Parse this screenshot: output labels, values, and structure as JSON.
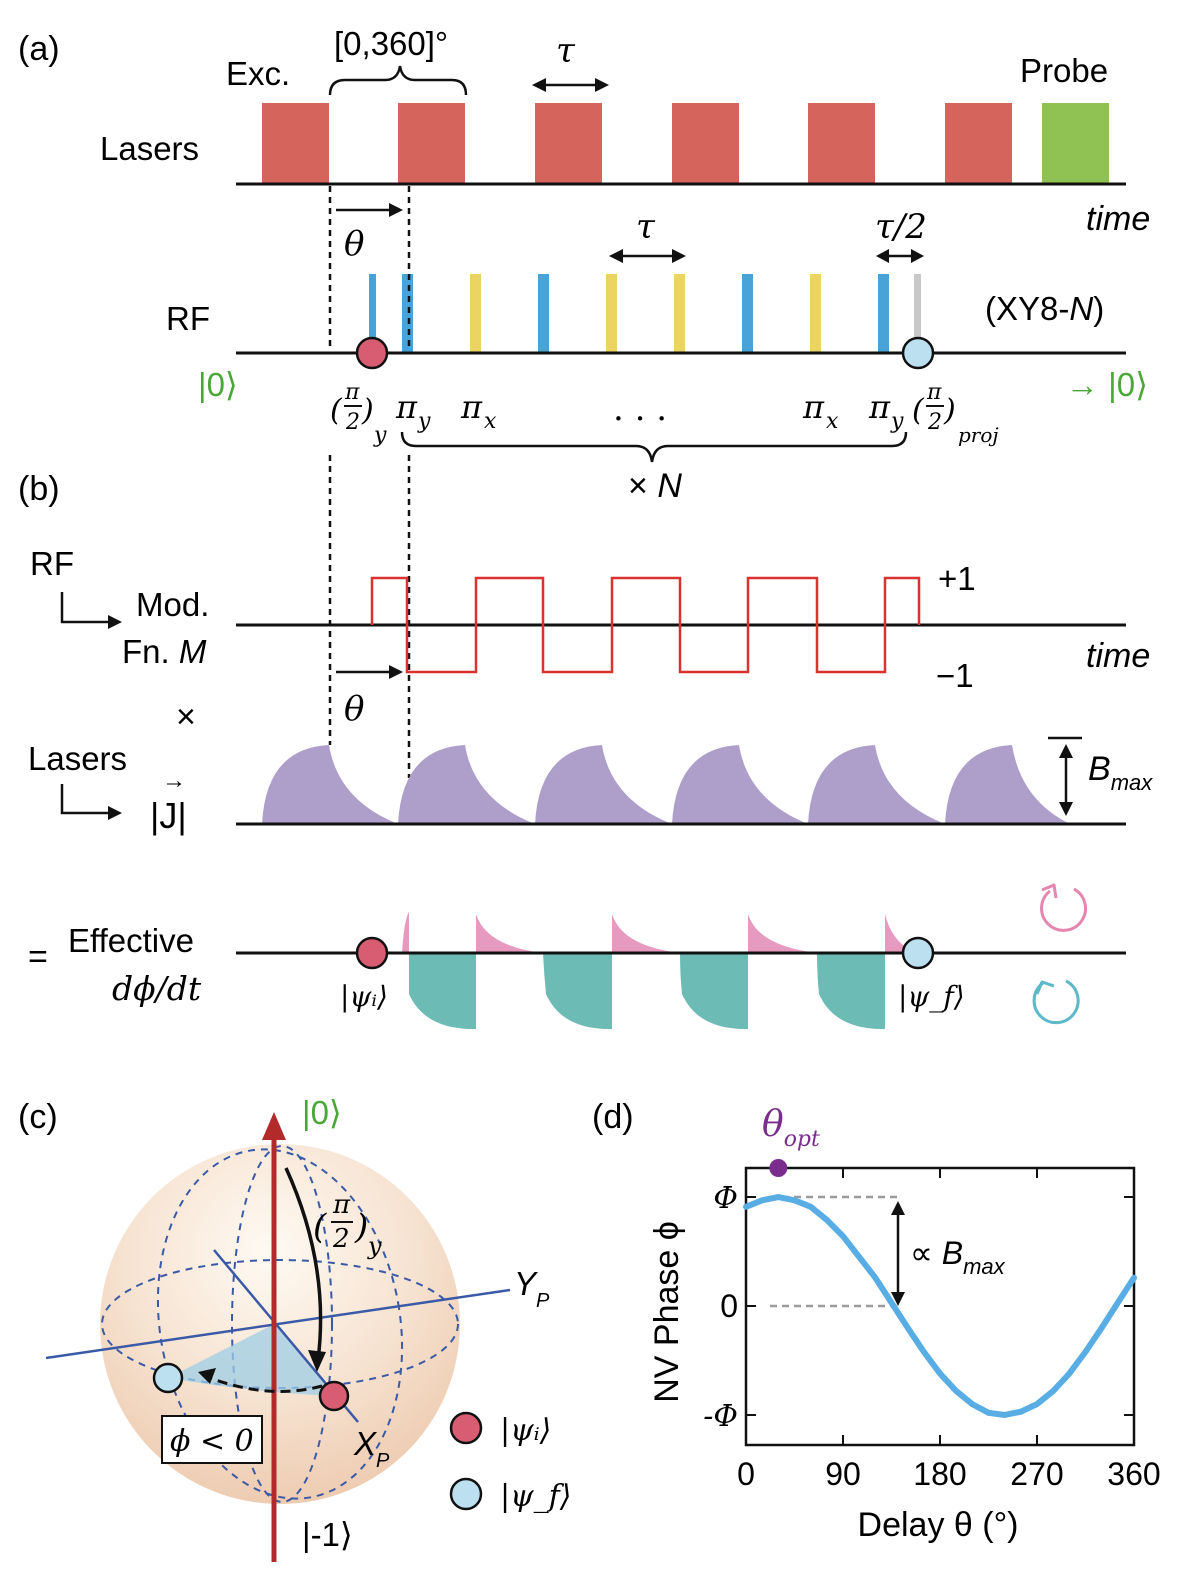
{
  "panel_a": {
    "label": "(a)",
    "exc": "Exc.",
    "range": "[0,360]°",
    "tau": "τ",
    "probe": "Probe",
    "lasers": "Lasers",
    "time": "time",
    "theta": "θ",
    "tau_top": "τ",
    "tau_half": "τ/2",
    "rf": "RF",
    "seq": "(XY8-",
    "seq_n": "N",
    "seq_close": ")",
    "ket0_left": "|0⟩",
    "ket0_right": "→ |0⟩",
    "pulse_labels": {
      "pi": "π",
      "half_num": "π",
      "half_den": "2",
      "y": "y",
      "x": "x",
      "proj": "proj",
      "dots": ". . ."
    },
    "times_n": "× N",
    "colors": {
      "laser": "#d4645c",
      "probe": "#8fc153",
      "rf_blue": "#4aa3d6",
      "rf_yellow": "#ecd463",
      "rf_gray": "#c8c8c8",
      "green_text": "#4ca73a"
    }
  },
  "panel_b": {
    "label": "(b)",
    "rf": "RF",
    "mod": "Mod.",
    "fn": "Fn.",
    "fn_m": "M",
    "plus1": "+1",
    "minus1": "−1",
    "time": "time",
    "theta": "θ",
    "times": "×",
    "lasers": "Lasers",
    "j": "|J|",
    "j_arrow": "→",
    "bmax": "B",
    "bmax_sub": "max",
    "equals": "=",
    "effective": "Effective",
    "dphidt": "dϕ/dt",
    "psi_i": "|ψᵢ⟩",
    "psi_f": "|ψ_f⟩",
    "colors": {
      "mod_line": "#d8332f",
      "laser_fill": "#ae9fca",
      "pos_fill": "#e79ac0",
      "neg_fill": "#6cbcb5",
      "pink_icon": "#e586b0",
      "teal_icon": "#5db8c8"
    }
  },
  "panel_c": {
    "label": "(c)",
    "ket0": "|0⟩",
    "ketm1": "|-1⟩",
    "yp": "Y",
    "yp_sub": "P",
    "xp": "X",
    "xp_sub": "P",
    "rot_num": "π",
    "rot_den": "2",
    "rot_sub": "y",
    "phi_lt0": "ϕ < 0",
    "legend_i": "|ψᵢ⟩",
    "legend_f": "|ψ_f⟩",
    "colors": {
      "sphere": "#f3d8c3",
      "axis_red": "#b22a2a",
      "blue_axis": "#3a5aa8",
      "psi_i": "#d85c72",
      "psi_f": "#bde0f0"
    }
  },
  "panel_d": {
    "label": "(d)",
    "theta_opt": "θ",
    "theta_opt_sub": "opt",
    "prop": "∝ B",
    "prop_sub": "max",
    "colors": {
      "curve": "#59ade5",
      "marker": "#7b2d8e",
      "dashed": "#9a9a9a"
    }
  },
  "chart_data": {
    "type": "line",
    "xlabel": "Delay θ (°)",
    "ylabel": "NV Phase ϕ",
    "x_ticks": [
      "0",
      "90",
      "180",
      "270",
      "360"
    ],
    "y_ticks": [
      "-Φ",
      "0",
      "Φ"
    ],
    "xlim": [
      0,
      360
    ],
    "ylim": [
      -1.2,
      1.2
    ],
    "series": [
      {
        "x": [
          0,
          15,
          30,
          45,
          60,
          75,
          90,
          105,
          120,
          135,
          150,
          165,
          180,
          195,
          210,
          225,
          240,
          255,
          270,
          285,
          300,
          315,
          330,
          345,
          360
        ],
        "y": [
          0.91,
          0.97,
          1.0,
          0.97,
          0.91,
          0.79,
          0.64,
          0.45,
          0.26,
          0.03,
          -0.2,
          -0.42,
          -0.62,
          -0.78,
          -0.9,
          -0.98,
          -1.0,
          -0.97,
          -0.9,
          -0.78,
          -0.62,
          -0.42,
          -0.2,
          0.03,
          0.26
        ]
      }
    ],
    "theta_opt": 30,
    "grid": false
  }
}
